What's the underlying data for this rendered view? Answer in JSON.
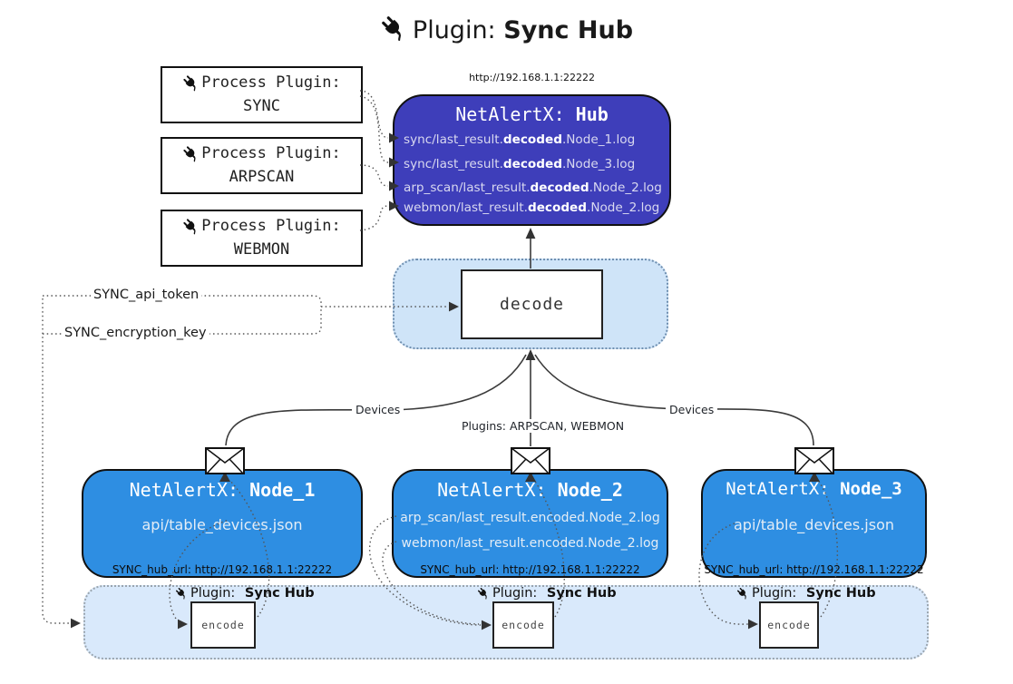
{
  "title": {
    "icon": "plug-icon",
    "prefix": "Plugin:",
    "name": "Sync Hub"
  },
  "colors": {
    "hub_fill": "#3e3eba",
    "node_fill": "#2e8ee2",
    "decode_cluster_fill": "#cfe4f8",
    "bottom_bar_fill": "#d9e9fb",
    "border": "#111111",
    "text_on_blue": "#ffffff"
  },
  "process_plugins": [
    {
      "label": "Process Plugin:",
      "name": "SYNC"
    },
    {
      "label": "Process Plugin:",
      "name": "ARPSCAN"
    },
    {
      "label": "Process Plugin:",
      "name": "WEBMON"
    }
  ],
  "hub": {
    "url": "http://192.168.1.1:22222",
    "title_prefix": "NetAlertX:",
    "title_name": "Hub",
    "logs": [
      {
        "pre": "sync/last_result.",
        "mid": "decoded",
        "post": ".Node_1.log"
      },
      {
        "pre": "sync/last_result.",
        "mid": "decoded",
        "post": ".Node_3.log"
      },
      {
        "pre": "arp_scan/last_result.",
        "mid": "decoded",
        "post": ".Node_2.log"
      },
      {
        "pre": "webmon/last_result.",
        "mid": "decoded",
        "post": ".Node_2.log"
      }
    ]
  },
  "decode": {
    "label": "decode"
  },
  "settings": {
    "api_token": "SYNC_api_token",
    "encryption_key": "SYNC_encryption_key"
  },
  "edges": {
    "devices_left": "Devices",
    "plugins_mid": "Plugins: ARPSCAN, WEBMON",
    "devices_right": "Devices"
  },
  "nodes": [
    {
      "title_prefix": "NetAlertX:",
      "title_name": "Node_1",
      "lines": [
        "api/table_devices.json"
      ],
      "hub_url": "SYNC_hub_url: http://192.168.1.1:22222"
    },
    {
      "title_prefix": "NetAlertX:",
      "title_name": "Node_2",
      "lines": [
        "arp_scan/last_result.encoded.Node_2.log",
        "webmon/last_result.encoded.Node_2.log"
      ],
      "hub_url": "SYNC_hub_url: http://192.168.1.1:22222"
    },
    {
      "title_prefix": "NetAlertX:",
      "title_name": "Node_3",
      "lines": [
        "api/table_devices.json"
      ],
      "hub_url": "SYNC_hub_url: http://192.168.1.1:22222"
    }
  ],
  "encoders": [
    {
      "plugin_prefix": "Plugin:",
      "plugin_name": "Sync Hub",
      "box_label": "encode"
    },
    {
      "plugin_prefix": "Plugin:",
      "plugin_name": "Sync Hub",
      "box_label": "encode"
    },
    {
      "plugin_prefix": "Plugin:",
      "plugin_name": "Sync Hub",
      "box_label": "encode"
    }
  ]
}
